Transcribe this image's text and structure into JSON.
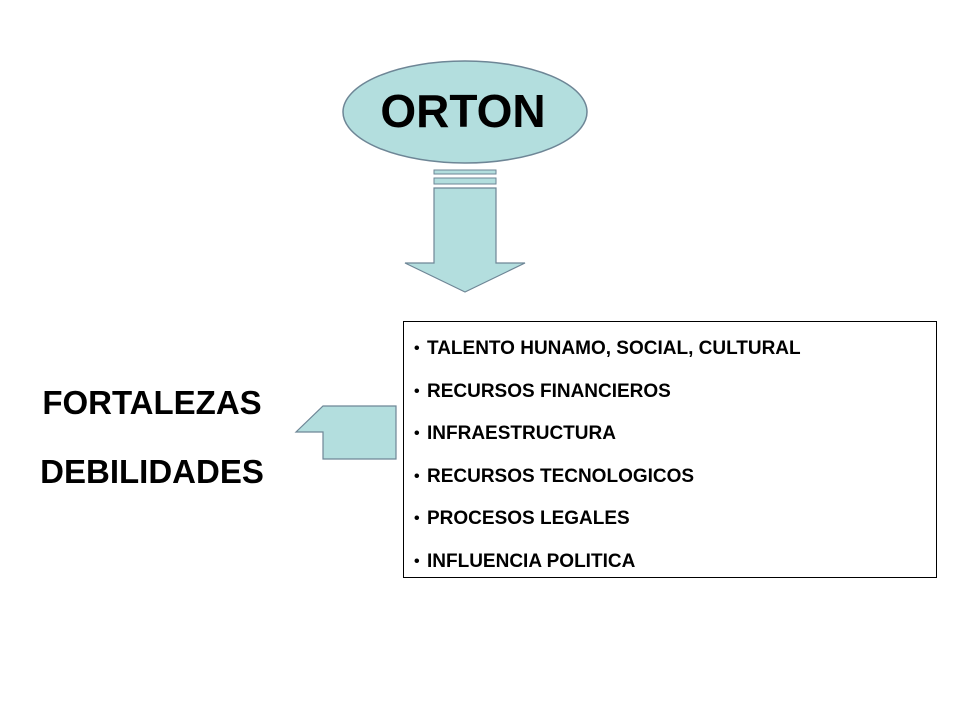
{
  "diagram": {
    "title": "ORTON",
    "colors": {
      "fill": "#B3DEDE",
      "stroke": "#6E8696"
    },
    "outcomes": [
      "FORTALEZAS",
      "DEBILIDADES"
    ],
    "factors": [
      "TALENTO HUNAMO, SOCIAL, CULTURAL",
      "RECURSOS FINANCIEROS",
      "INFRAESTRUCTURA",
      "RECURSOS TECNOLOGICOS",
      "PROCESOS LEGALES",
      "INFLUENCIA POLITICA"
    ]
  }
}
